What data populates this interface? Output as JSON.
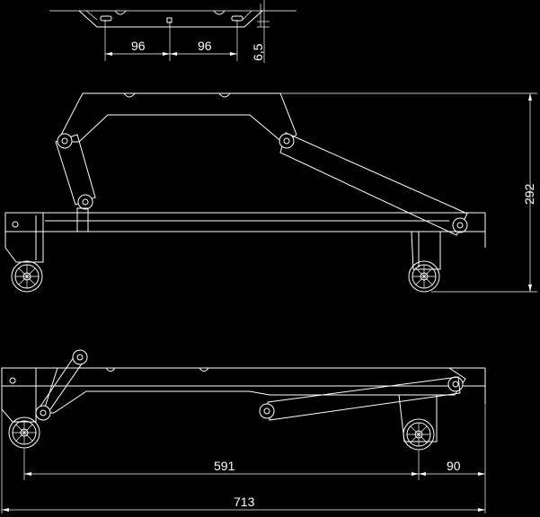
{
  "dimensions": {
    "top_left_spacing": "96",
    "top_right_spacing": "96",
    "top_offset": "6,5",
    "lifted_height": "292",
    "wheel_spacing": "591",
    "rear_overhang": "90",
    "total_length": "713"
  },
  "style": {
    "line_color": "#ffffff",
    "background": "#000000"
  }
}
